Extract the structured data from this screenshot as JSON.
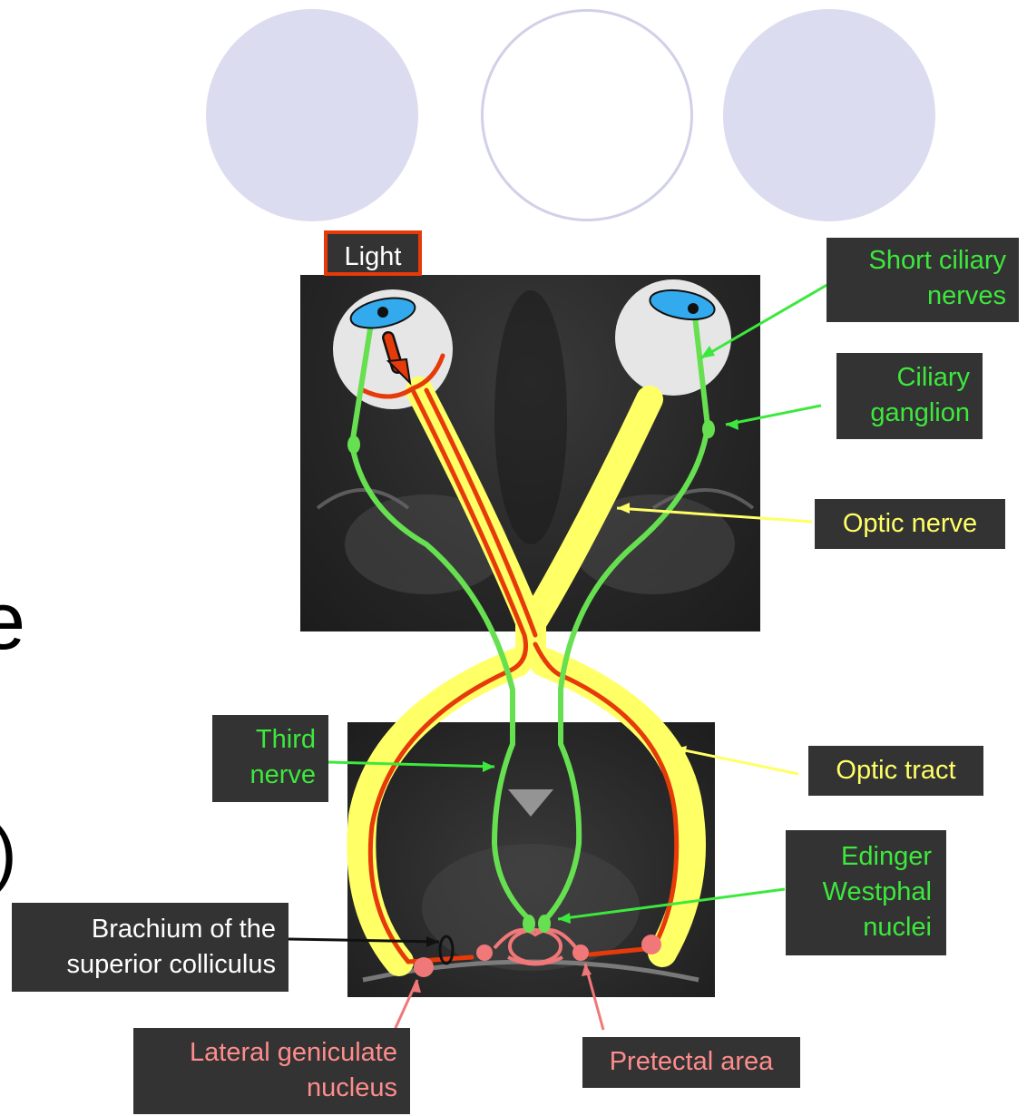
{
  "diagram": {
    "labels": {
      "light": "Light",
      "short_ciliary_nerves": "Short ciliary\nnerves",
      "ciliary_ganglion": "Ciliary\nganglion",
      "optic_nerve": "Optic nerve",
      "third_nerve": "Third\nnerve",
      "optic_tract": "Optic tract",
      "edinger_westphal": "Edinger\nWestphal\nnuclei",
      "brachium": "Brachium of the\nsuperior colliculus",
      "lateral_geniculate": "Lateral geniculate\nnucleus",
      "pretectal_area": "Pretectal area"
    },
    "edge_text": {
      "char_e": "e",
      "char_paren": ")"
    },
    "colors": {
      "background": "#ffffff",
      "decor_circle": "#dcdcf0",
      "decor_ring": "#d0d0e8",
      "label_bg": "#333333",
      "label_green": "#3de83d",
      "label_yellow": "#ffff66",
      "label_pink": "#ff8c8c",
      "afferent_red": "#e63a0a",
      "optic_yellow": "#ffff66",
      "efferent_green": "#66e050",
      "iris_blue": "#33aaee",
      "nucleus_pink": "#f07878"
    }
  }
}
